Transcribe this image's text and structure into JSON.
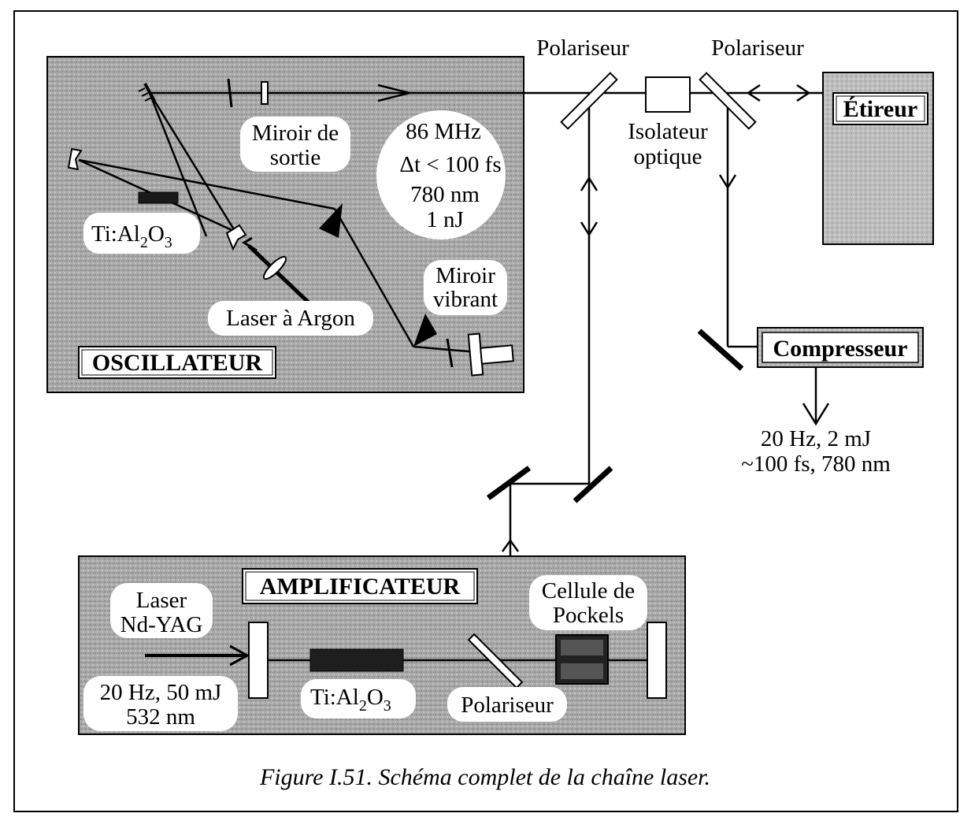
{
  "oscillator": {
    "title": "OSCILLATEUR",
    "output_mirror": [
      "Miroir de",
      "sortie"
    ],
    "params": [
      "86 MHz",
      "Δt < 100 fs",
      "780 nm",
      "1 nJ"
    ],
    "crystal": {
      "main": "Ti:Al",
      "sub1": "2",
      "mid": "O",
      "sub2": "3"
    },
    "pump": "Laser à Argon",
    "vibrating_mirror": [
      "Miroir",
      "vibrant"
    ]
  },
  "path": {
    "polarizer_1": "Polariseur",
    "polarizer_2": "Polariseur",
    "isolator": [
      "Isolateur",
      "optique"
    ],
    "stretcher": "Étireur",
    "compressor": "Compresseur",
    "output": [
      "20 Hz, 2 mJ",
      "~100 fs, 780 nm"
    ]
  },
  "amplifier": {
    "title": "AMPLIFICATEUR",
    "pump_laser": [
      "Laser",
      "Nd-YAG"
    ],
    "pump_params": [
      "20 Hz, 50 mJ",
      "532 nm"
    ],
    "crystal": {
      "main": "Ti:Al",
      "sub1": "2",
      "mid": "O",
      "sub2": "3"
    },
    "polarizer": "Polariseur",
    "pockels": [
      "Cellule de",
      "Pockels"
    ]
  },
  "caption": "Figure I.51. Schéma complet de la chaîne laser."
}
